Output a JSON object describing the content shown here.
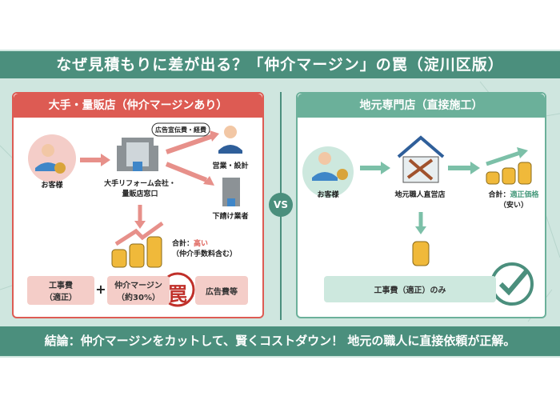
{
  "title": "なぜ見積もりに差が出る？「仲介マージン」の罠（淀川区版）",
  "left": {
    "header": "大手・量販店（仲介マージンあり）",
    "customer": "お客様",
    "company": [
      "大手リフォーム会社・",
      "量販店窓口"
    ],
    "bubble": "広告宣伝費・経費",
    "sales": "営業・設計",
    "subcontractor": "下請け業者",
    "total_label": "合計：",
    "total_value": "高い",
    "total_note": "（仲介手数料含む）",
    "cost1": [
      "工事費",
      "（適正）"
    ],
    "plus": "+",
    "cost2": [
      "仲介マージン",
      "（約30%）"
    ],
    "trap": "罠",
    "cost3": "広告費等"
  },
  "vs": "VS",
  "right": {
    "header": "地元専門店（直接施工）",
    "customer": "お客様",
    "shop": "地元職人直営店",
    "total_label": "合計：",
    "total_value": "適正価格",
    "total_note": "（安い）",
    "cost": "工事費（適正）のみ"
  },
  "conclusion": "結論：仲介マージンをカットして、賢くコストダウン！ 地元の職人に直接依頼が正解。",
  "colors": {
    "green": "#4b8f7d",
    "red": "#dd5b53",
    "pink": "#f4cdc8",
    "mint": "#cde8de"
  }
}
